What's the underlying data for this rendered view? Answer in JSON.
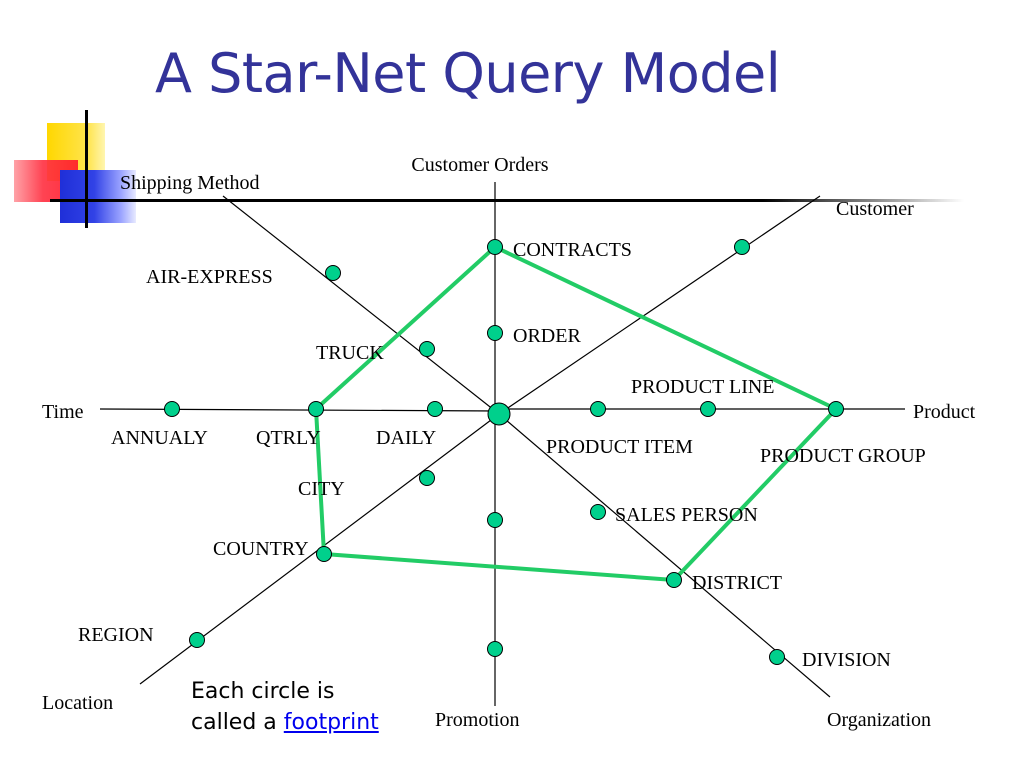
{
  "title": "A Star-Net Query Model",
  "diagram": {
    "axes": [
      {
        "label": "Shipping Method"
      },
      {
        "label": "Customer Orders"
      },
      {
        "label": "Customer"
      },
      {
        "label": "Time"
      },
      {
        "label": "Product"
      },
      {
        "label": "Location"
      },
      {
        "label": "Promotion"
      },
      {
        "label": "Organization"
      }
    ],
    "footprints": [
      {
        "label": "CONTRACTS"
      },
      {
        "label": "ORDER"
      },
      {
        "label": "AIR-EXPRESS"
      },
      {
        "label": "TRUCK"
      },
      {
        "label": "ANNUALY"
      },
      {
        "label": "QTRLY"
      },
      {
        "label": "DAILY"
      },
      {
        "label": "PRODUCT ITEM"
      },
      {
        "label": "PRODUCT LINE"
      },
      {
        "label": "PRODUCT GROUP"
      },
      {
        "label": "CITY"
      },
      {
        "label": "COUNTRY"
      },
      {
        "label": "REGION"
      },
      {
        "label": "SALES PERSON"
      },
      {
        "label": "DISTRICT"
      },
      {
        "label": "DIVISION"
      }
    ],
    "colors": {
      "circle_fill": "#00d08c",
      "query_path": "#22cc66",
      "title": "#333399"
    }
  },
  "note": {
    "line1": "Each circle is",
    "line2_prefix": "called a ",
    "link": "footprint"
  }
}
